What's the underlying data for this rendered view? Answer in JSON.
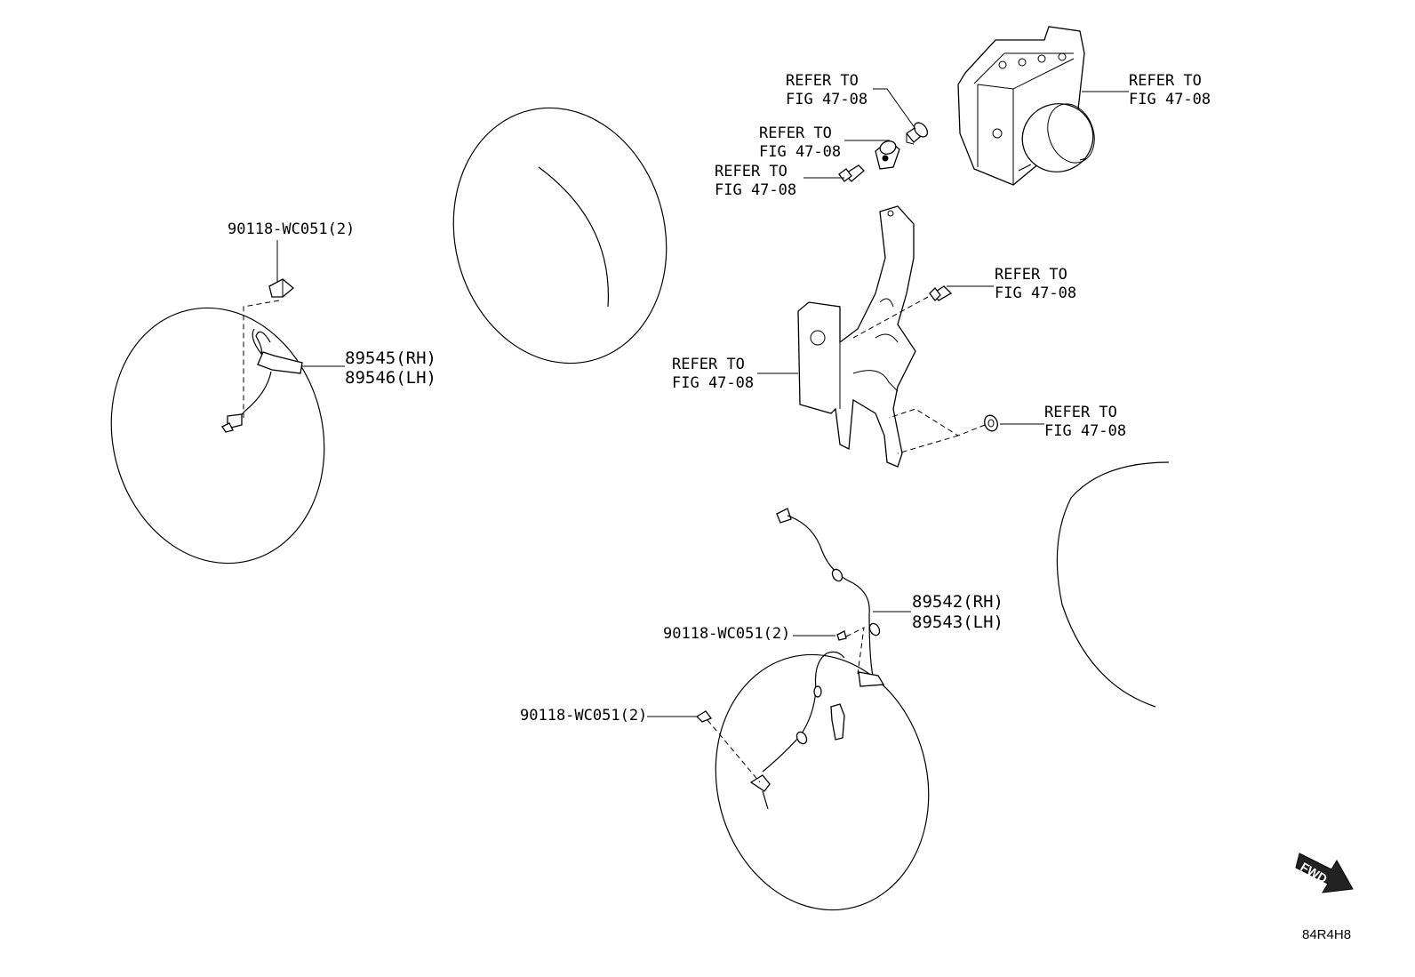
{
  "labels": {
    "abs_actuator_ref": [
      "REFER TO",
      "FIG 47-08"
    ],
    "bolt_top_ref": [
      "REFER TO",
      "FIG 47-08"
    ],
    "grommet_ref": [
      "REFER TO",
      "FIG 47-08"
    ],
    "bolt_small_ref": [
      "REFER TO",
      "FIG 47-08"
    ],
    "bracket_bolt_ref": [
      "REFER TO",
      "FIG 47-08"
    ],
    "bracket_ref": [
      "REFER TO",
      "FIG 47-08"
    ],
    "nut_ref": [
      "REFER TO",
      "FIG 47-08"
    ],
    "rear_bolt": "90118-WC051(2)",
    "rear_sensor": [
      "89545(RH)",
      "89546(LH)"
    ],
    "front_sensor": [
      "89542(RH)",
      "89543(LH)"
    ],
    "front_bolt_upper": "90118-WC051(2)",
    "front_bolt_lower": "90118-WC051(2)",
    "fwd_arrow": "FWD",
    "illustration_code": "84R4H8"
  },
  "icons": {
    "fwd": "fwd-direction-arrow-icon"
  }
}
